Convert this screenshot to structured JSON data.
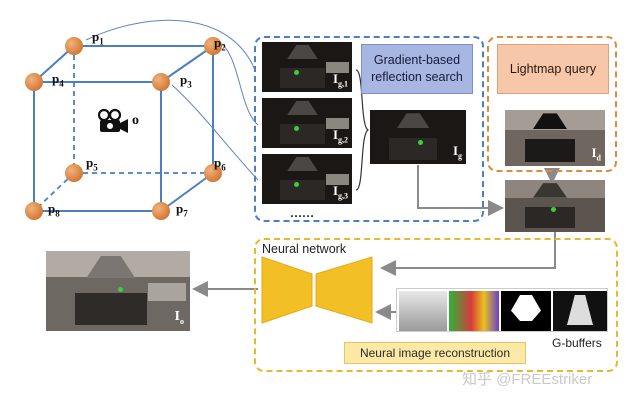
{
  "cube": {
    "points": {
      "p1": {
        "base": "p",
        "sub": "1"
      },
      "p2": {
        "base": "p",
        "sub": "2"
      },
      "p3": {
        "base": "p",
        "sub": "3"
      },
      "p4": {
        "base": "p",
        "sub": "4"
      },
      "p5": {
        "base": "p",
        "sub": "5"
      },
      "p6": {
        "base": "p",
        "sub": "6"
      },
      "p7": {
        "base": "p",
        "sub": "7"
      },
      "p8": {
        "base": "p",
        "sub": "8"
      }
    },
    "center_label": "o",
    "node_color": "#d9823f",
    "edge_color": "#4a7fc0"
  },
  "images": {
    "g1": {
      "base": "I",
      "sub": "g,1"
    },
    "g2": {
      "base": "I",
      "sub": "g,2"
    },
    "g3": {
      "base": "I",
      "sub": "g,3"
    },
    "ellipsis": "……",
    "g": {
      "base": "I",
      "sub": "g"
    },
    "d": {
      "base": "I",
      "sub": "d"
    },
    "o": {
      "base": "I",
      "sub": "o"
    }
  },
  "boxes": {
    "gradient_search": "Gradient-based reflection search",
    "lightmap_query": "Lightmap query",
    "neural_network": "Neural network",
    "neural_reconstruction": "Neural image reconstruction",
    "gbuffers": "G-buffers"
  },
  "watermark": "知乎 @FREEstriker",
  "colors": {
    "blue_box": "#4a7fc0",
    "orange_box": "#e08a3c",
    "yellow_box": "#e8b830",
    "gradient_fill": "#a8b6e2",
    "lightmap_fill": "#f6c7a8",
    "recon_fill": "#fde9a6",
    "network_fill": "#f2c024"
  }
}
